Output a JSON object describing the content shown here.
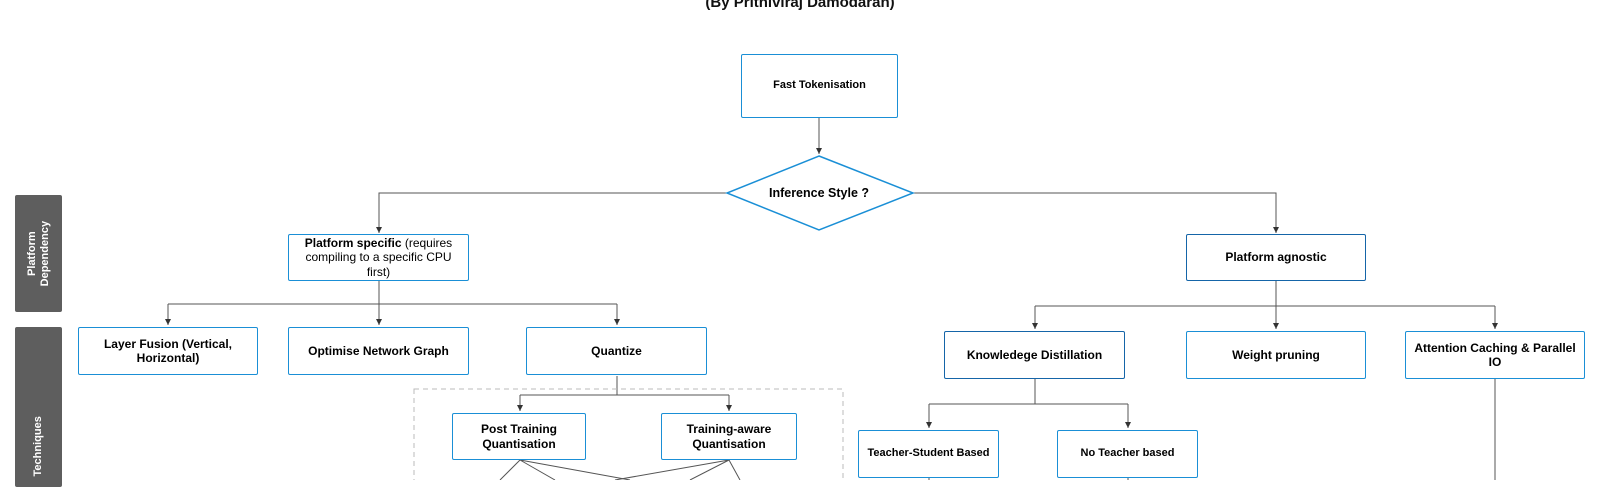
{
  "header": {
    "title": "(By Prithiviraj Damodaran)"
  },
  "lanes": {
    "platform_dependency": "Platform Dependency",
    "techniques": "Techniques"
  },
  "nodes": {
    "fast_tokenisation": "Fast Tokenisation",
    "inference_style": "Inference Style ?",
    "platform_specific_bold": "Platform specific",
    "platform_specific_rest": " (requires compiling to a specific CPU first)",
    "platform_agnostic": "Platform agnostic",
    "layer_fusion": "Layer Fusion (Vertical, Horizontal)",
    "optimise_network_graph": "Optimise Network Graph",
    "quantize": "Quantize",
    "post_training_quantisation": "Post Training Quantisation",
    "training_aware_quantisation": "Training-aware Quantisation",
    "knowledge_distillation": "Knowledege Distillation",
    "weight_pruning": "Weight pruning",
    "attention_caching": "Attention Caching & Parallel IO",
    "teacher_student": "Teacher-Student Based",
    "no_teacher": "No Teacher based"
  },
  "colors": {
    "node_border": "#1a8fd6",
    "node_border_dark": "#1565a8",
    "lane_tab": "#5e5e5e",
    "connector": "#555555",
    "group_border": "#bbbbbb"
  }
}
